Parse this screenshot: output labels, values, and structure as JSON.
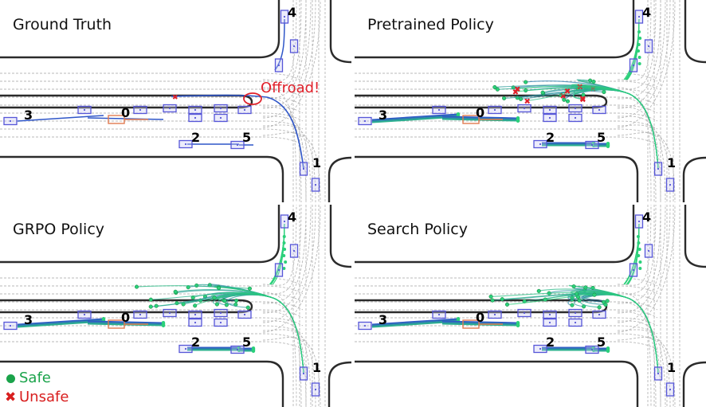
{
  "panels": [
    {
      "title": "Ground Truth",
      "key": "gt",
      "annotation": "Offroad!"
    },
    {
      "title": "Pretrained Policy",
      "key": "pre"
    },
    {
      "title": "GRPO Policy",
      "key": "grpo"
    },
    {
      "title": "Search Policy",
      "key": "search"
    }
  ],
  "agent_labels": [
    "0",
    "1",
    "2",
    "3",
    "4",
    "5"
  ],
  "legend": {
    "safe": "Safe",
    "unsafe": "Unsafe",
    "safe_color": "#1aa34a",
    "unsafe_color": "#d81e1e"
  },
  "colors": {
    "road": "#2b2b2b",
    "lane": "#b8b8b8",
    "vehicle_box": "#5656d8",
    "ego_box": "#e07a50",
    "traj_blue": "#2f56c8",
    "traj_green": "#2bd07a",
    "offroad": "#e0202a"
  },
  "icons": {
    "safe": "filled-circle-icon",
    "unsafe": "x-mark-icon"
  }
}
